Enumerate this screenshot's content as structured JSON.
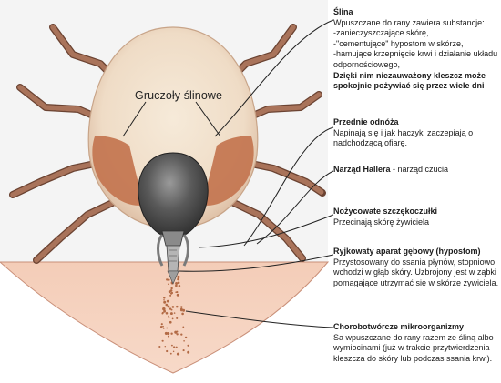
{
  "diagram_label": "Gruczoły ślinowe",
  "annotations": {
    "saliva": {
      "title": "Ślina",
      "body": "Wpuszczane do rany zawiera substancje:\n-zanieczyszczające skórę,\n-\"cementujące\" hypostom w skórze,\n-hamujące krzepnięcie krwi i działanie układu odpornościowego,",
      "emphasis": "Dzięki nim niezauważony kleszcz może spokojnie pożywiać się przez wiele dni"
    },
    "front_legs": {
      "title": "Przednie odnóża",
      "body": "Napinają się i jak haczyki zaczepiają o nadchodzącą ofiarę."
    },
    "haller": {
      "title": "Narząd Hallera",
      "suffix": " - narząd czucia"
    },
    "chelicerae": {
      "title": "Nożycowate szczękoczułki",
      "body": "Przecinają skórę żywiciela"
    },
    "hypostome": {
      "title": "Ryjkowaty aparat gębowy (hypostom)",
      "body": "Przystosowany do ssania płynów, stopniowo wchodzi w głąb skóry. Uzbrojony jest w ząbki pomagające utrzymać się w skórze żywiciela."
    },
    "microorganisms": {
      "title": "Chorobotwórcze mikroorganizmy",
      "body": "Sa wpuszczane do rany razem ze śliną albo wymiocinami (już w trakcie przytwierdzenia kleszcza do skóry lub podczas ssania krwi)."
    }
  },
  "colors": {
    "skin": "#f2c4ae",
    "skin_line": "#c98f78",
    "body_fill": "#f1e1cf",
    "gland": "#c47752",
    "shield": "#4a4a4a",
    "leg": "#a9735a",
    "leg_dark": "#6b4332",
    "blood_dots": "#b26a45",
    "leader_line": "#222222"
  }
}
